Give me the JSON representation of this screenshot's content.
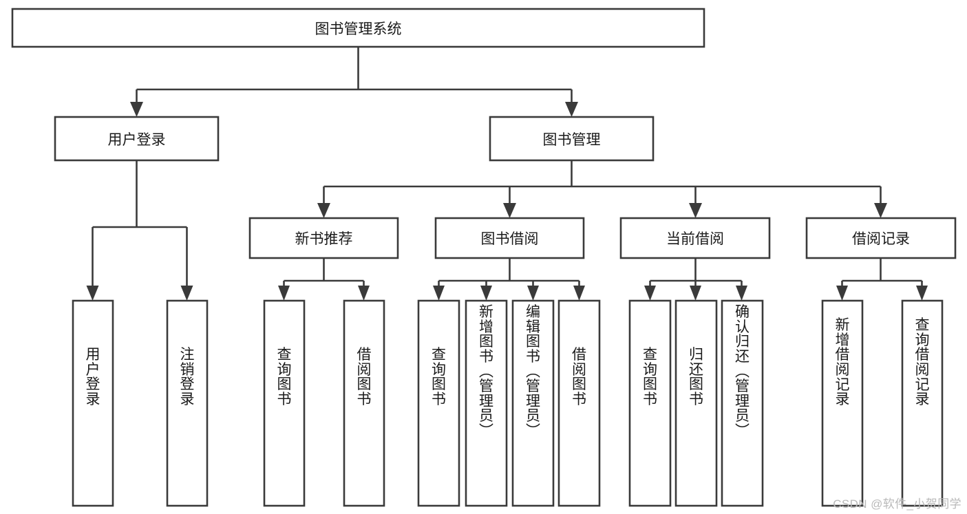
{
  "diagram": {
    "type": "tree",
    "title": "图书管理系统",
    "watermark": "CSDN @软件_小贺同学",
    "colors": {
      "stroke": "#3a3a3a",
      "fill": "#ffffff",
      "text": "#1a1a1a",
      "watermark": "#b9b9b9"
    },
    "root": {
      "label": "图书管理系统"
    },
    "level2": [
      {
        "label": "用户登录"
      },
      {
        "label": "图书管理"
      }
    ],
    "level3": [
      {
        "label": "新书推荐"
      },
      {
        "label": "图书借阅"
      },
      {
        "label": "当前借阅"
      },
      {
        "label": "借阅记录"
      }
    ],
    "leaves": {
      "user_login": [
        {
          "label": "用户登录"
        },
        {
          "label": "注销登录"
        }
      ],
      "new_book_recommend": [
        {
          "label": "查询图书"
        },
        {
          "label": "借阅图书"
        }
      ],
      "book_borrow": [
        {
          "label": "查询图书"
        },
        {
          "label": "新增图书（管理员）"
        },
        {
          "label": "编辑图书（管理员）"
        },
        {
          "label": "借阅图书"
        }
      ],
      "current_borrow": [
        {
          "label": "查询图书"
        },
        {
          "label": "归还图书"
        },
        {
          "label": "确认归还（管理员）"
        }
      ],
      "borrow_record": [
        {
          "label": "新增借阅记录"
        },
        {
          "label": "查询借阅记录"
        }
      ]
    }
  }
}
